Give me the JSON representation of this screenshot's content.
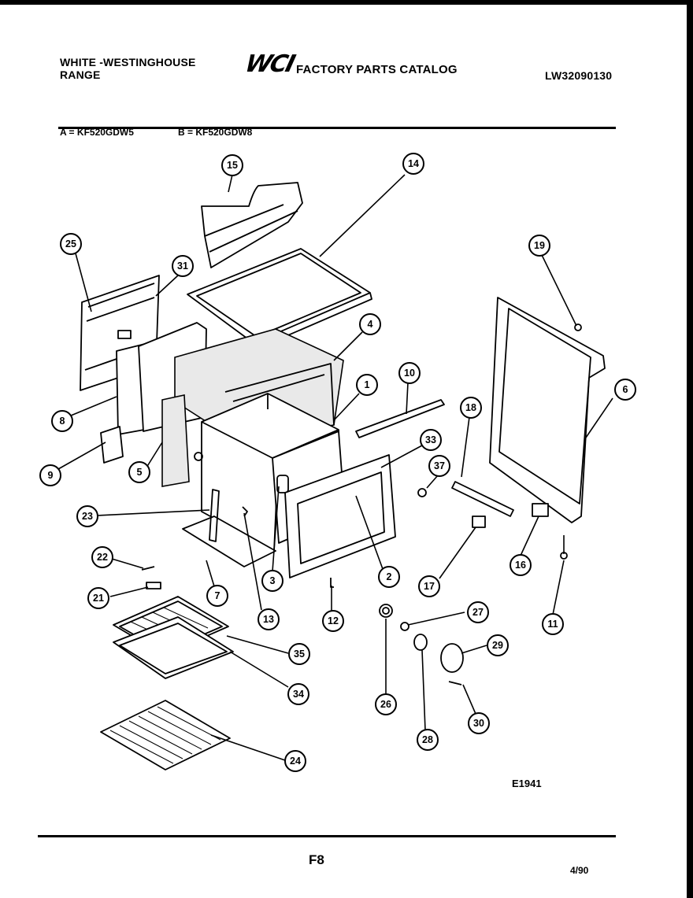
{
  "header": {
    "brand_line1": "WHITE -WESTINGHOUSE",
    "brand_line2": "RANGE",
    "logo_text": "WCI",
    "catalog_title": "FACTORY PARTS CATALOG",
    "document_number": "LW32090130"
  },
  "models": {
    "a": "A = KF520GDW5",
    "b": "B = KF520GDW8"
  },
  "figure_id": "E1941",
  "footer": {
    "page_number": "F8",
    "date": "4/90"
  },
  "callouts": [
    {
      "id": "c15",
      "label": "15"
    },
    {
      "id": "c14",
      "label": "14"
    },
    {
      "id": "c25",
      "label": "25"
    },
    {
      "id": "c31",
      "label": "31"
    },
    {
      "id": "c19",
      "label": "19"
    },
    {
      "id": "c4",
      "label": "4"
    },
    {
      "id": "c10",
      "label": "10"
    },
    {
      "id": "c1",
      "label": "1"
    },
    {
      "id": "c6",
      "label": "6"
    },
    {
      "id": "c8",
      "label": "8"
    },
    {
      "id": "c18",
      "label": "18"
    },
    {
      "id": "c33",
      "label": "33"
    },
    {
      "id": "c9",
      "label": "9"
    },
    {
      "id": "c5",
      "label": "5"
    },
    {
      "id": "c37",
      "label": "37"
    },
    {
      "id": "c23",
      "label": "23"
    },
    {
      "id": "c16",
      "label": "16"
    },
    {
      "id": "c22",
      "label": "22"
    },
    {
      "id": "c3",
      "label": "3"
    },
    {
      "id": "c2",
      "label": "2"
    },
    {
      "id": "c17",
      "label": "17"
    },
    {
      "id": "c21",
      "label": "21"
    },
    {
      "id": "c7",
      "label": "7"
    },
    {
      "id": "c13",
      "label": "13"
    },
    {
      "id": "c12",
      "label": "12"
    },
    {
      "id": "c27",
      "label": "27"
    },
    {
      "id": "c11",
      "label": "11"
    },
    {
      "id": "c35",
      "label": "35"
    },
    {
      "id": "c29",
      "label": "29"
    },
    {
      "id": "c34",
      "label": "34"
    },
    {
      "id": "c26",
      "label": "26"
    },
    {
      "id": "c30",
      "label": "30"
    },
    {
      "id": "c28",
      "label": "28"
    },
    {
      "id": "c24",
      "label": "24"
    }
  ]
}
